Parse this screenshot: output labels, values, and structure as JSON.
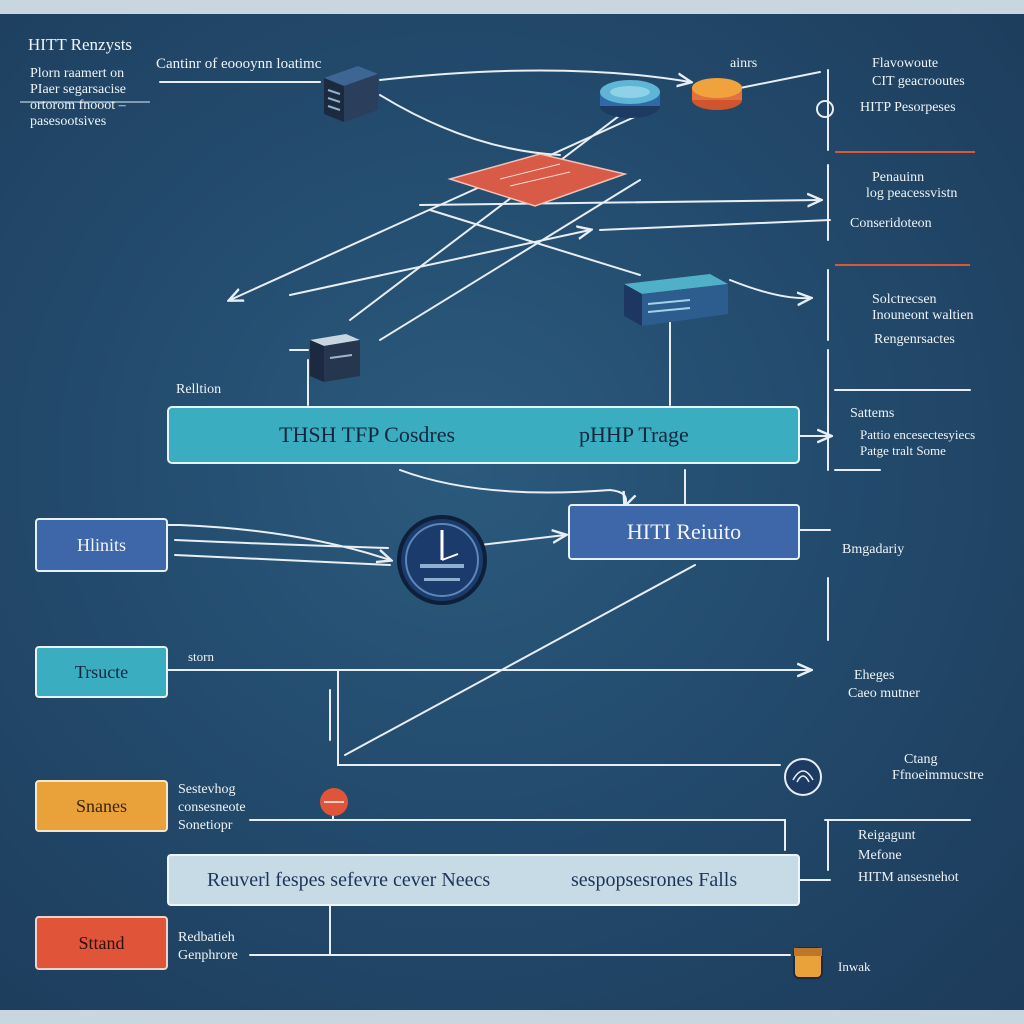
{
  "header": {
    "title": "HITT Renzysts",
    "note_lines": [
      "Plorn raamert on",
      "PIaer segarsacise",
      "ortorom fnooot –",
      "pasesootsives"
    ],
    "center_label": "Cantinr of eoooynn loatimc",
    "top_right_label": "ainrs"
  },
  "right_labels": [
    "Flavowoute",
    "CIT geacrooutes",
    "HITP Pesorpeses",
    "Penauinn",
    "log peacessvistn",
    "Conseridoteon",
    "Solctrecsen",
    "Inouneont waltien",
    "Rengenrsactes",
    "Sattems",
    "Pattio encesectesyiecs",
    "Patge tralt Some",
    "Bmgadariy",
    "Eheges",
    "Caeo mutner",
    "Ctang",
    "Ffnoeimmucstre",
    "Reigagunt",
    "Mefone",
    "HITM  ansesnehot",
    "Inwak"
  ],
  "boxes": {
    "main_left": "THSH TFP Cosdres",
    "main_right": "pHHP Trage",
    "request": "HITI Reiuito",
    "hints": "Hlinits",
    "trsucte": "Trsucte",
    "snanes": "Snanes",
    "response_bar_left": "Reuverl fespes sefevre cever Neecs",
    "response_bar_right": "sespopsesrones Falls",
    "stand": "Sttand"
  },
  "left_labels": {
    "relation": "Relltion",
    "storn": "storn",
    "snanes_notes": [
      "Sestevhog",
      "consesneote",
      "Sonetiopr"
    ],
    "stand_notes": [
      "Redbatieh",
      "Genphrore"
    ]
  },
  "colors": {
    "teal": "#3aaec0",
    "blue": "#3d67a8",
    "orange": "#e9a23a",
    "red": "#e0553a",
    "pale": "#c7dbe6",
    "wire": "#e8eef3",
    "accent_red": "#e0553a"
  }
}
